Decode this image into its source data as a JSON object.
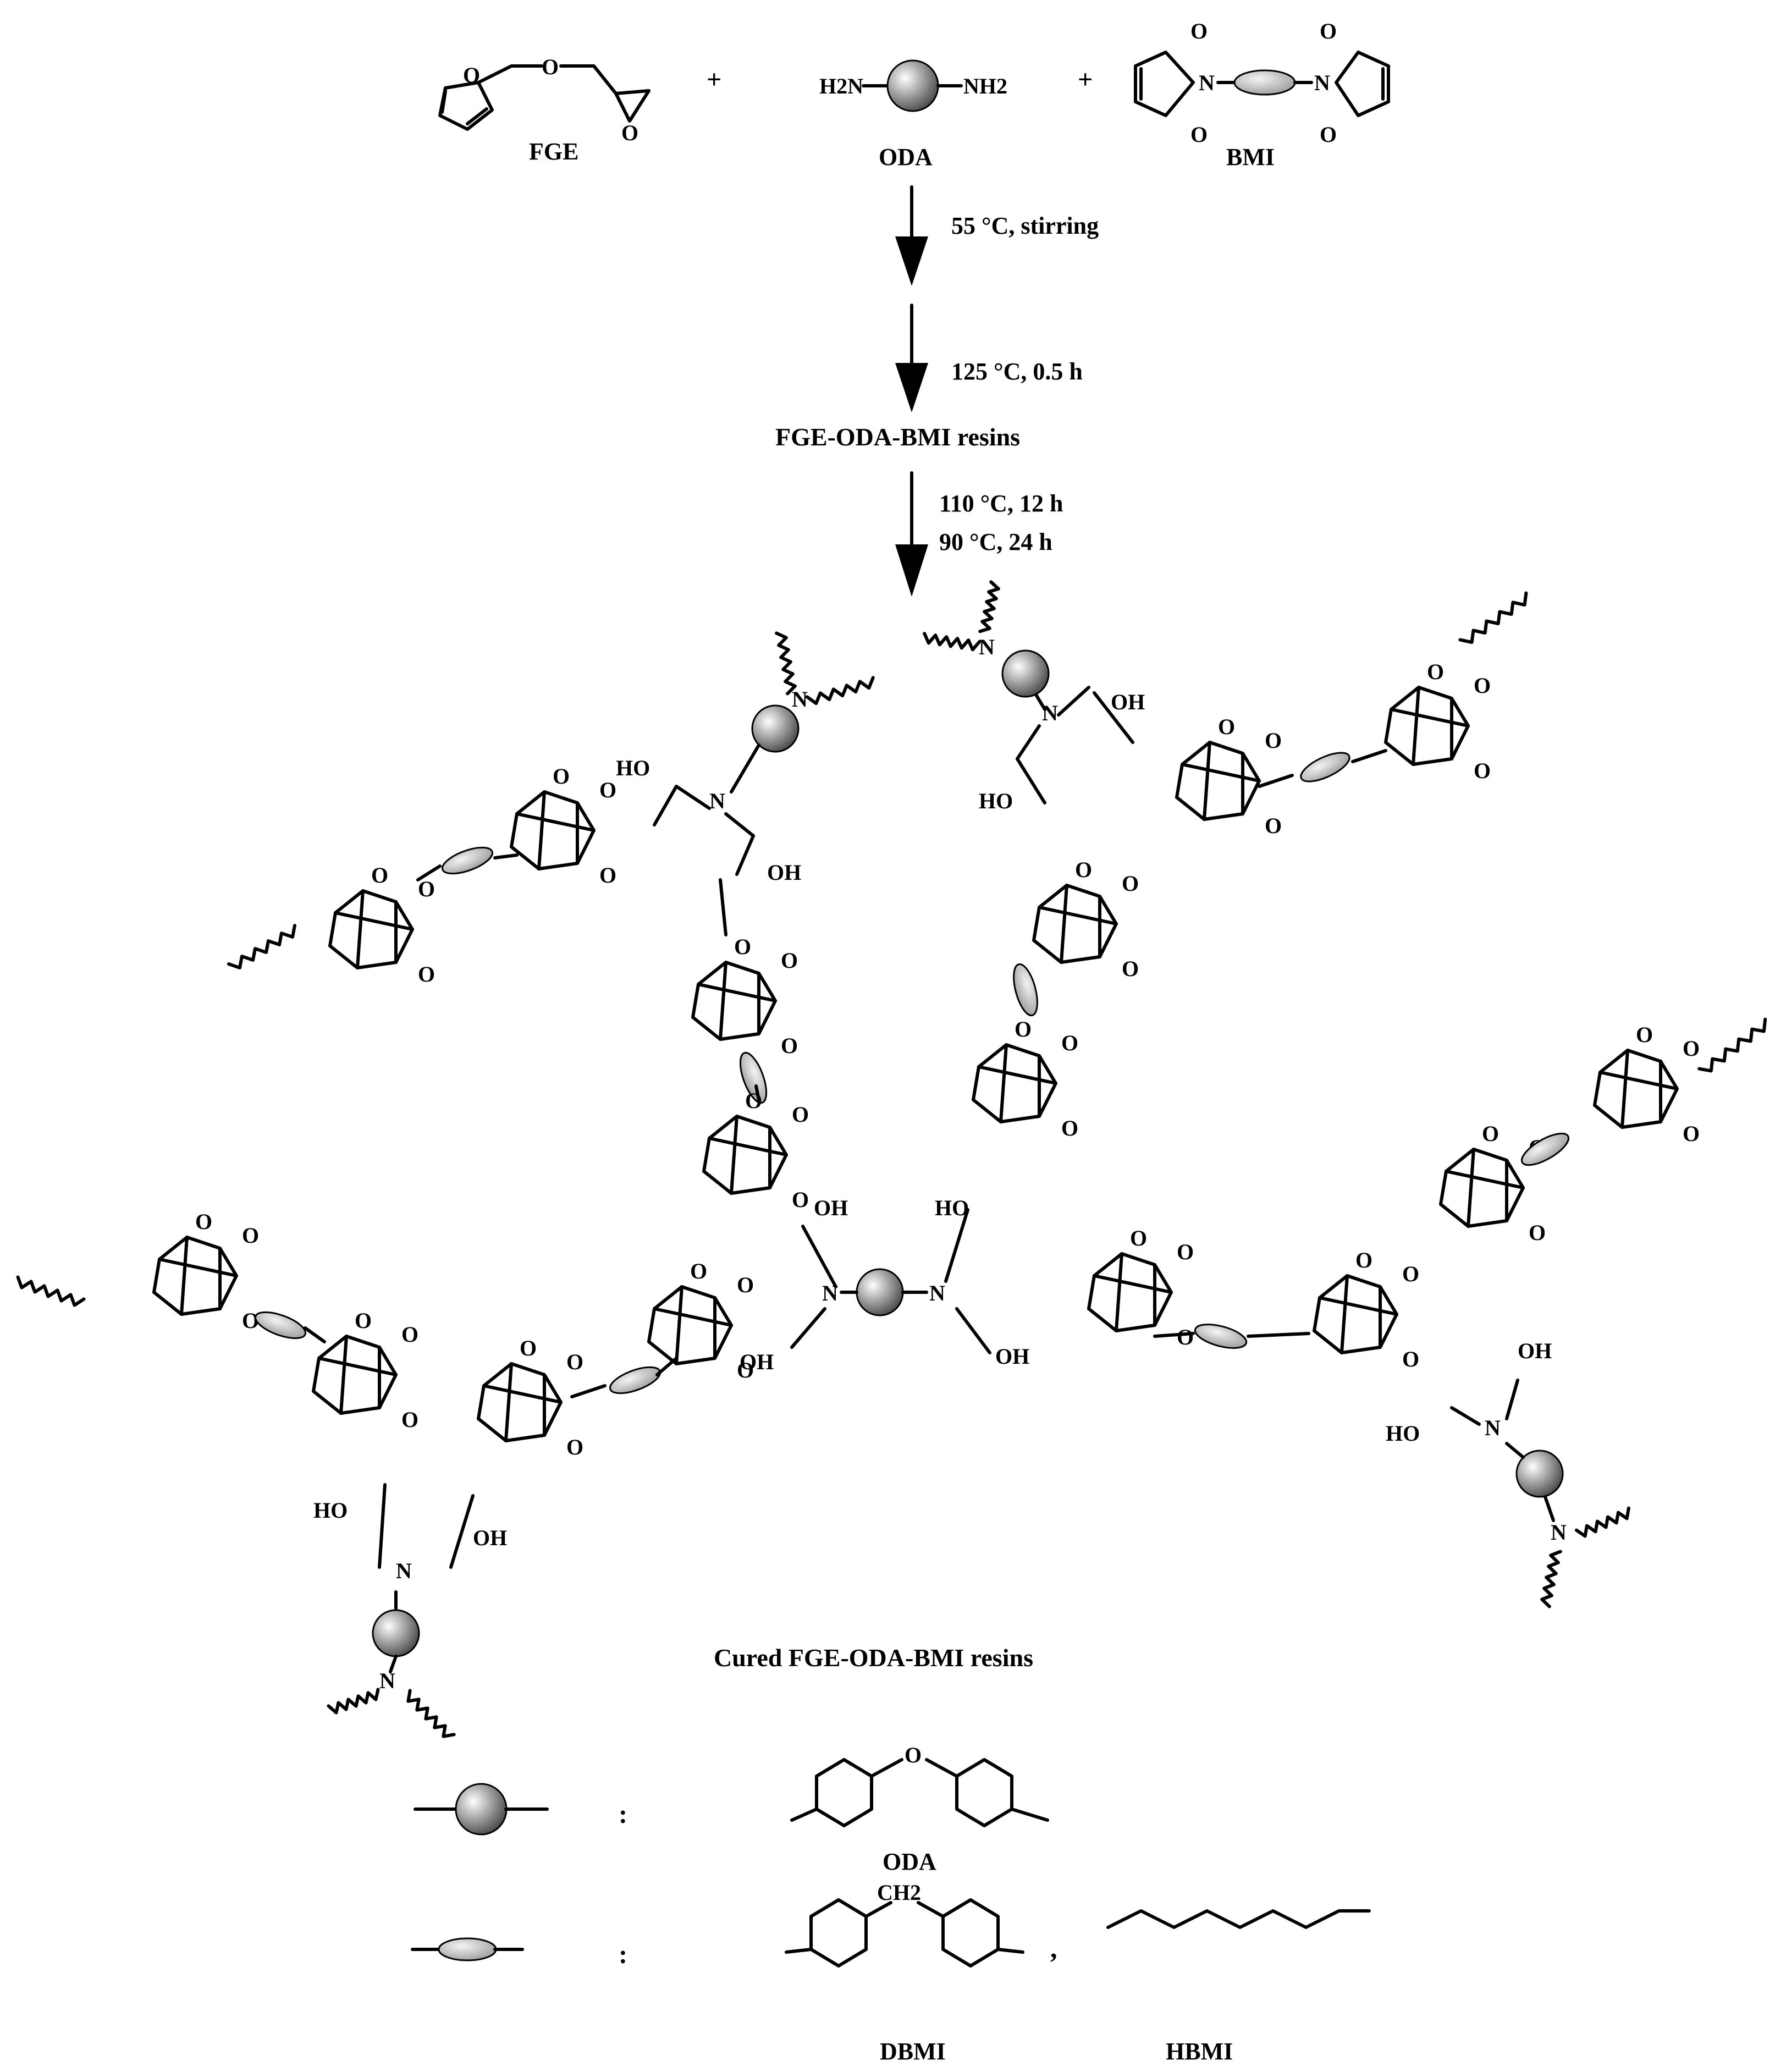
{
  "reactants": {
    "fge": "FGE",
    "oda": "ODA",
    "bmi": "BMI",
    "plus": "+",
    "amine_left": "H2N",
    "amine_right": "NH2"
  },
  "steps": {
    "step1": "55 °C, stirring",
    "step2": "125 °C, 0.5 h",
    "intermediate": "FGE-ODA-BMI resins",
    "step3a": "110 °C, 12 h",
    "step3b": "90 °C, 24 h"
  },
  "product": {
    "title": "Cured FGE-ODA-BMI resins",
    "atoms": {
      "n": "N",
      "o": "O",
      "oh": "OH",
      "ho": "HO"
    }
  },
  "legend": {
    "colon": ":",
    "oda_label": "ODA",
    "ch2": "CH2",
    "comma": ",",
    "dbmi_label": "DBMI",
    "hbmi_label": "HBMI"
  },
  "colors": {
    "sphere": "#9a9a9a",
    "ellipse": "#bcbcbc",
    "ink": "#000000"
  }
}
